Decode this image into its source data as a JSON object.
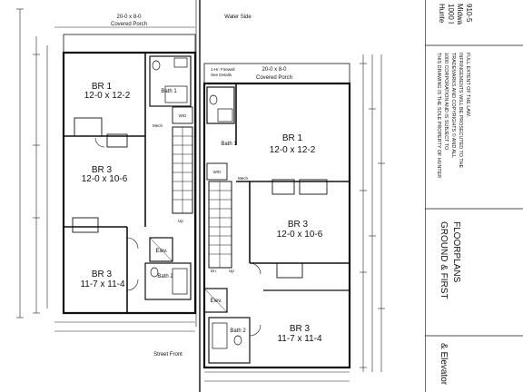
{
  "labels": {
    "water_side": "Water Side",
    "street_front": "Street Front",
    "porch_left_size": "20-0 x 8-0",
    "porch_left_name": "Covered Porch",
    "porch_right_size": "20-0 x 8-0",
    "porch_right_name": "Covered Porch",
    "firewall_note_1": "1-Hr. Firewall",
    "firewall_note_2": "See Details",
    "elev": "Elev.",
    "wd": "W/D",
    "mech": "Mech",
    "up": "Up",
    "dn": "Dn"
  },
  "rooms_left": [
    {
      "name": "BR 1",
      "size": "12-0 x 12-2"
    },
    {
      "name": "BR 3",
      "size": "12-0 x 10-6"
    },
    {
      "name": "BR 3",
      "size": "11-7 x 11-4"
    },
    {
      "name": "Bath 1"
    },
    {
      "name": "Bath 2"
    }
  ],
  "rooms_right": [
    {
      "name": "BR 1",
      "size": "12-0 x 12-2"
    },
    {
      "name": "BR 3",
      "size": "12-0 x 10-6"
    },
    {
      "name": "BR 3",
      "size": "11-7 x 11-4"
    },
    {
      "name": "Bath 1"
    },
    {
      "name": "Bath 2"
    }
  ],
  "title_block": {
    "company_lines": [
      "Hunte",
      "1000 I",
      "Midwa",
      "910-5"
    ],
    "notice_lines": [
      "THIS DRAWING IS THE SOLE PROPERTY OF HUNTER",
      "1000 CORPORATION AND IS SUBJECT TO",
      "TRADEMARKS AND COPYRIGHTS © AND ALL",
      "INFRINGEMENTS WILL BE PROSECUTED TO THE",
      "FULL EXTENT OF THE LAW."
    ],
    "sheet_title_1": "GROUND & FIRST",
    "sheet_title_2": "FLOORPLANS",
    "sheet_subtitle": "& Elevator"
  },
  "colors": {
    "ink": "#111111",
    "paper": "#ffffff"
  }
}
